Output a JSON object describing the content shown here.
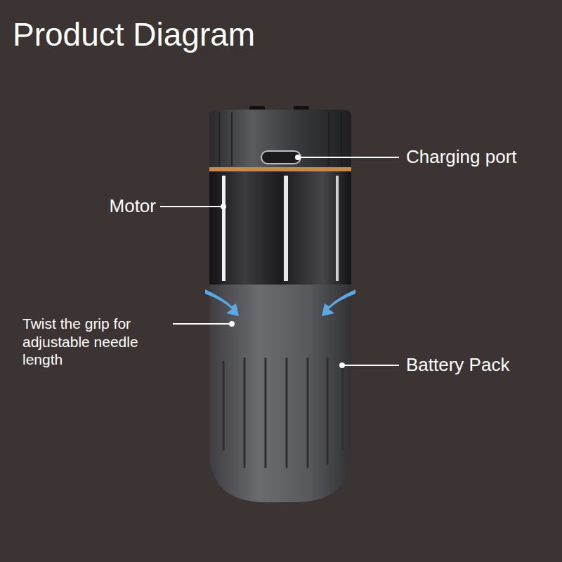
{
  "diagram": {
    "title": "Product Diagram",
    "labels": [
      "Charging port",
      "Motor",
      "Twist the grip for adjustable needle length",
      "Battery Pack"
    ]
  }
}
